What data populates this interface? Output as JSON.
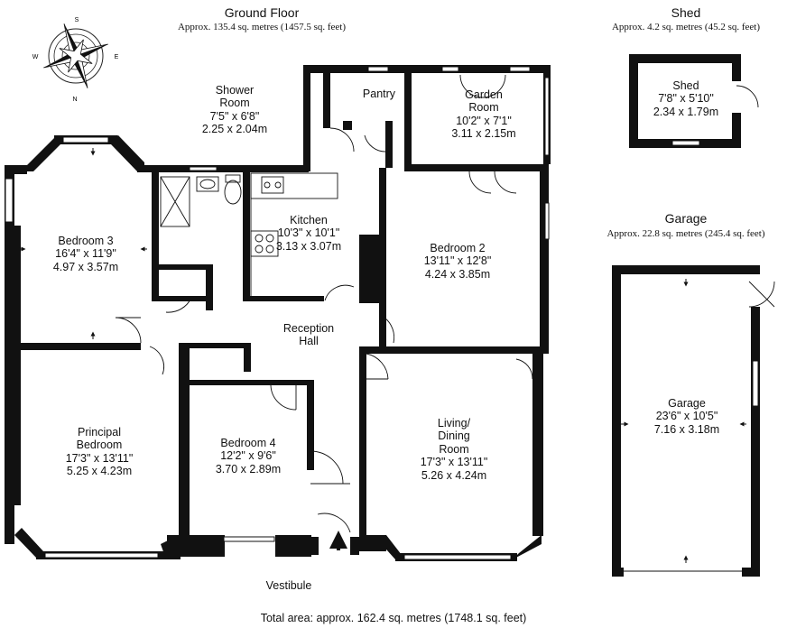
{
  "ground_floor": {
    "title": "Ground Floor",
    "area": "Approx. 135.4 sq. metres (1457.5 sq. feet)"
  },
  "shed_section": {
    "title": "Shed",
    "area": "Approx. 4.2 sq. metres (45.2 sq. feet)"
  },
  "garage_section": {
    "title": "Garage",
    "area": "Approx. 22.8 sq. metres (245.4 sq. feet)"
  },
  "rooms": {
    "shower": {
      "name": "Shower Room",
      "line1": "Shower",
      "line2": "Room",
      "imperial": "7'5\" x 6'8\"",
      "metric": "2.25 x 2.04m"
    },
    "pantry": {
      "name": "Pantry"
    },
    "garden": {
      "line1": "Garden",
      "line2": "Room",
      "imperial": "10'2\" x 7'1\"",
      "metric": "3.11 x 2.15m"
    },
    "bedroom3": {
      "name": "Bedroom 3",
      "imperial": "16'4\" x 11'9\"",
      "metric": "4.97 x 3.57m"
    },
    "kitchen": {
      "name": "Kitchen",
      "imperial": "10'3\" x 10'1\"",
      "metric": "3.13 x 3.07m"
    },
    "bedroom2": {
      "name": "Bedroom 2",
      "imperial": "13'11\" x 12'8\"",
      "metric": "4.24 x 3.85m"
    },
    "reception": {
      "line1": "Reception",
      "line2": "Hall"
    },
    "principal": {
      "line1": "Principal",
      "line2": "Bedroom",
      "imperial": "17'3\" x 13'11\"",
      "metric": "5.25 x 4.23m"
    },
    "bedroom4": {
      "name": "Bedroom 4",
      "imperial": "12'2\" x 9'6\"",
      "metric": "3.70 x 2.89m"
    },
    "living": {
      "line1": "Living/",
      "line2": "Dining",
      "line3": "Room",
      "imperial": "17'3\" x 13'11\"",
      "metric": "5.26 x 4.24m"
    },
    "vestibule": {
      "name": "Vestibule"
    },
    "shed": {
      "name": "Shed",
      "imperial": "7'8\" x 5'10\"",
      "metric": "2.34 x 1.79m"
    },
    "garage": {
      "name": "Garage",
      "imperial": "23'6\" x 10'5\"",
      "metric": "7.16 x 3.18m"
    }
  },
  "compass": {
    "n": "N",
    "s": "S",
    "e": "E",
    "w": "W"
  },
  "footer": {
    "total": "Total area: approx. 162.4 sq. metres (1748.1 sq. feet)"
  }
}
